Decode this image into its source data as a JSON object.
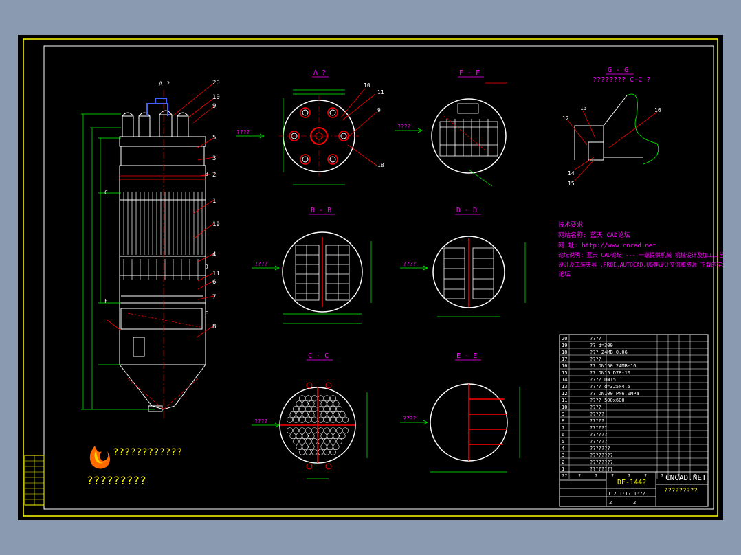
{
  "views": {
    "a": {
      "title": "A ?",
      "side_label": "????"
    },
    "b": {
      "title": "B - B",
      "side_label": "????"
    },
    "c": {
      "title": "C - C",
      "side_label": "????"
    },
    "d": {
      "title": "D - D",
      "side_label": "????"
    },
    "e": {
      "title": "E - E",
      "side_label": "????"
    },
    "f": {
      "title": "F - F",
      "side_label": "????"
    },
    "g": {
      "title": "G - G",
      "subtitle": "????????  C-C  ?"
    }
  },
  "main_view": {
    "top_label": "A ?",
    "callouts": [
      "20",
      "10",
      "9",
      "5",
      "3",
      "2",
      "1",
      "19",
      "4",
      "11",
      "6",
      "7",
      "8"
    ],
    "side_letters": [
      "B",
      "C",
      "D",
      "E",
      "F"
    ]
  },
  "notes": {
    "heading": "技术要求",
    "lines": [
      "网站名称: 蓝天 CAD论坛",
      "网    址:  http://www.cncad.net",
      "论坛说明: 蓝天 CAD论坛 --- 一端提供机械 机械设计及加工工艺 机床",
      "设计及工装夹具 ,PROE,AUTOCAD,UG等设计交流和资源 下载的学术",
      "论坛"
    ]
  },
  "parts_table": {
    "rows": [
      {
        "no": "20",
        "name": "????"
      },
      {
        "no": "19",
        "name": "??  d=300"
      },
      {
        "no": "18",
        "name": "???  24MB-0.06"
      },
      {
        "no": "17",
        "name": "????"
      },
      {
        "no": "16",
        "name": "??  DN150  24MB-16"
      },
      {
        "no": "15",
        "name": "??  DN15  D78-10"
      },
      {
        "no": "14",
        "name": "????  DN15"
      },
      {
        "no": "13",
        "name": "????  d=325x4.5"
      },
      {
        "no": "12",
        "name": "??  DN100  PN6.0MPa"
      },
      {
        "no": "11",
        "name": "????  500x600"
      },
      {
        "no": "10",
        "name": "????"
      },
      {
        "no": "9",
        "name": "?????"
      },
      {
        "no": "8",
        "name": "?????"
      },
      {
        "no": "7",
        "name": "??????"
      },
      {
        "no": "6",
        "name": "??????"
      },
      {
        "no": "5",
        "name": "??????"
      },
      {
        "no": "4",
        "name": "???????"
      },
      {
        "no": "3",
        "name": "????????"
      },
      {
        "no": "2",
        "name": "????????"
      },
      {
        "no": "1",
        "name": "????????"
      }
    ],
    "header": [
      "??",
      "?",
      "?",
      "?",
      "?",
      "?",
      "?",
      "?",
      "?"
    ]
  },
  "title_block": {
    "drawing_no": "DF-144?",
    "brand": "CNCAD.NET",
    "drawing_name": "?????????",
    "scale_row": "1:2  1:1?  1:??",
    "sheet_a": "2",
    "sheet_b": "2"
  },
  "logo": {
    "line1": "????????????",
    "line2": "?????????"
  },
  "colors": {
    "sheet": "#000000",
    "frame": "#ffff00",
    "outline": "#ffffff",
    "dimension": "#00ff00",
    "hidden": "#ff0000",
    "leader": "#ff0000",
    "text_yellow": "#ffff00",
    "text_magenta": "#ff00ff",
    "text_white": "#ffffff",
    "accent_blue": "#0000ff"
  }
}
